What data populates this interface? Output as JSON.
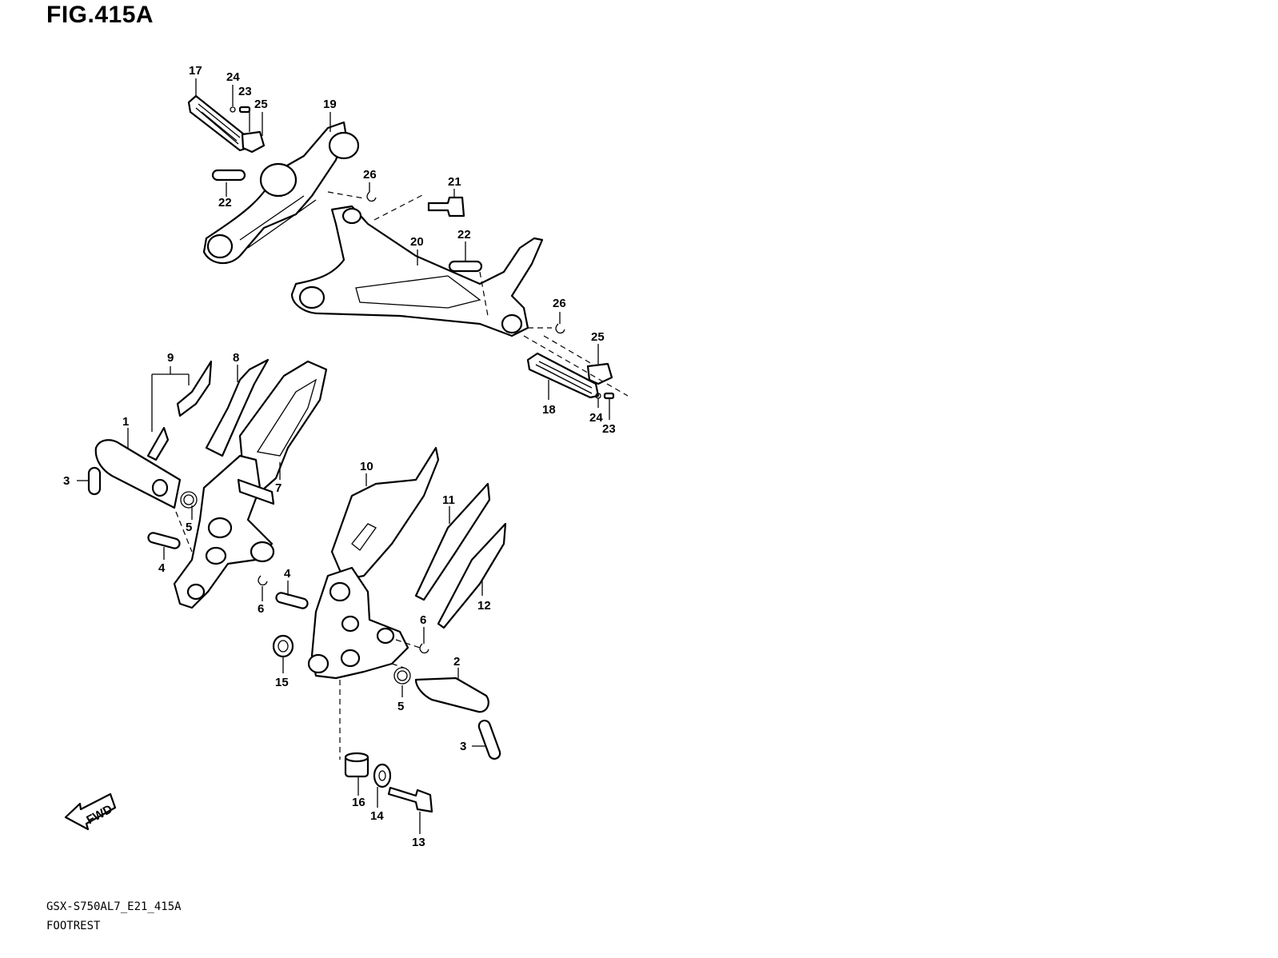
{
  "figure": {
    "title": "FIG.415A",
    "code": "GSX-S750AL7_E21_415A",
    "caption": "FOOTREST"
  },
  "fwd_arrow": {
    "label": "FWD"
  },
  "callouts": [
    "17",
    "24",
    "23",
    "25",
    "19",
    "26",
    "22",
    "21",
    "22",
    "20",
    "26",
    "25",
    "18",
    "24",
    "23",
    "9",
    "8",
    "1",
    "3",
    "7",
    "5",
    "4",
    "10",
    "11",
    "4",
    "6",
    "12",
    "6",
    "15",
    "2",
    "5",
    "3",
    "16",
    "14",
    "13"
  ]
}
